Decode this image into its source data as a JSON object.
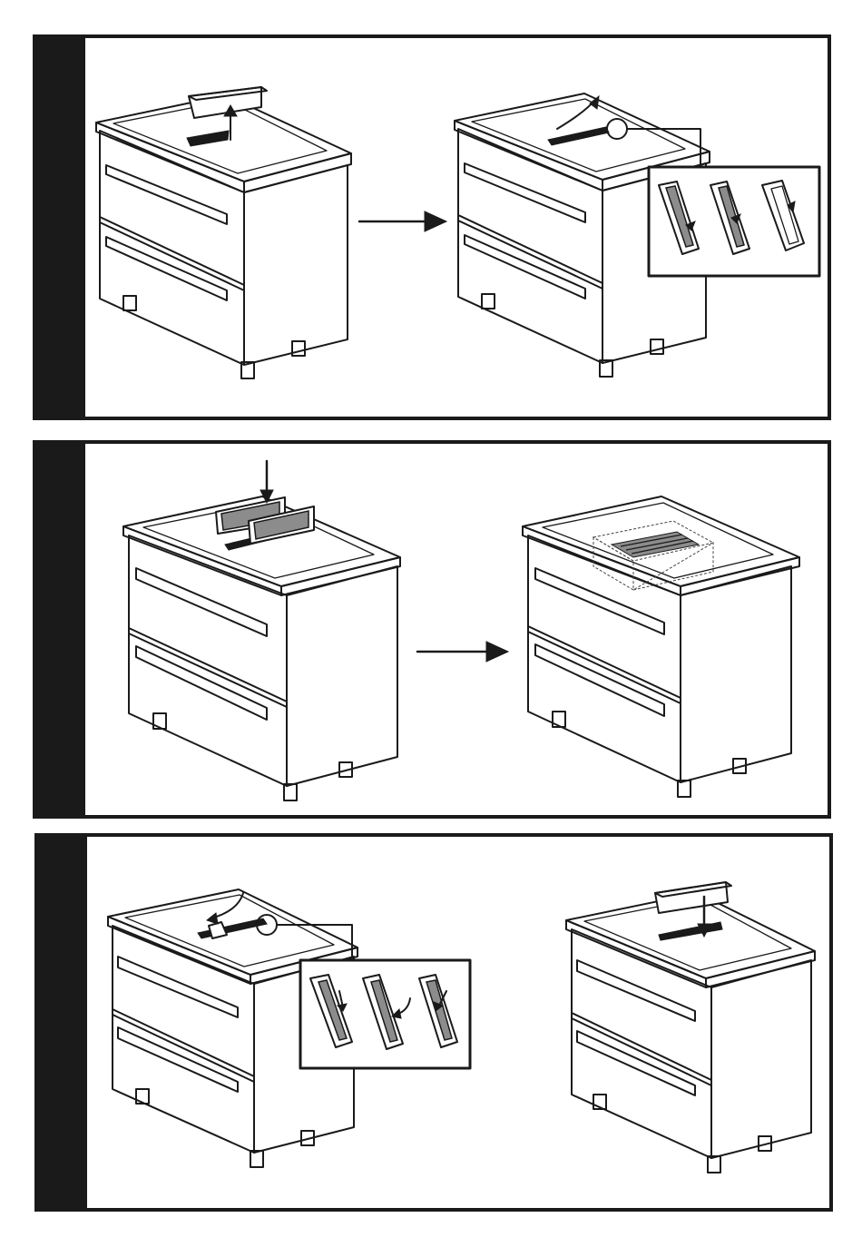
{
  "document": {
    "figure": "filter-replacement-instructions",
    "steps": [
      {
        "id": "step-1",
        "scenes": [
          "remove-grille",
          "open-filter-cover"
        ]
      },
      {
        "id": "step-2",
        "scenes": [
          "insert-filters",
          "filters-installed"
        ]
      },
      {
        "id": "step-3",
        "scenes": [
          "close-filter-cover",
          "refit-grille"
        ]
      }
    ]
  },
  "colors": {
    "ink": "#1a1a1a",
    "paper": "#ffffff",
    "filter_grey": "#8c8c8c"
  }
}
